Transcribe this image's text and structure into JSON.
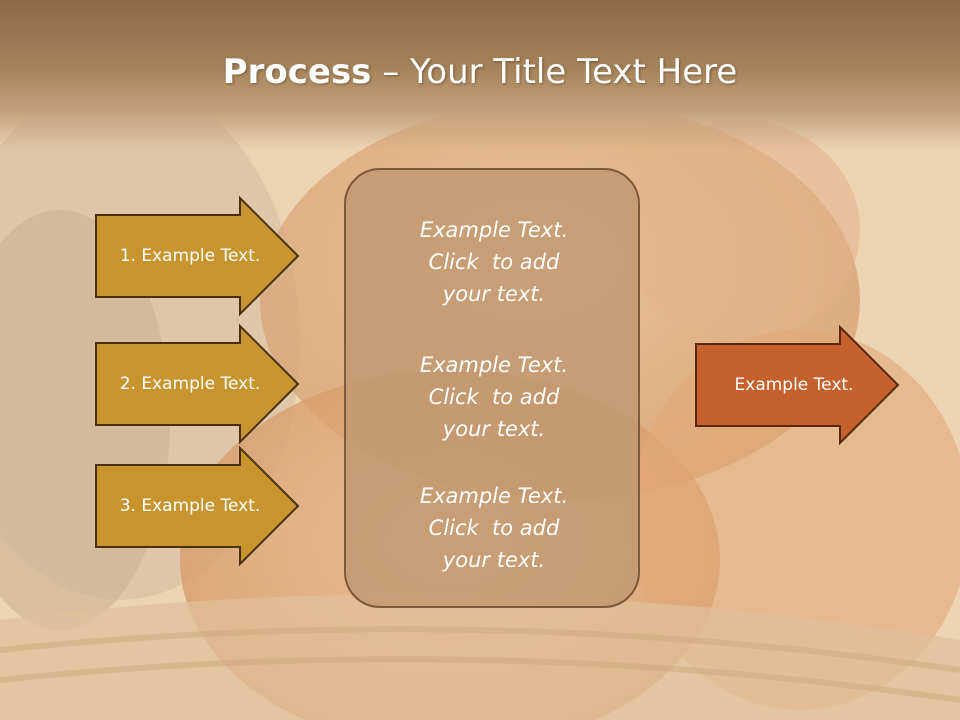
{
  "slide": {
    "title_bold": "Process",
    "title_rest": " – Your Title Text Here"
  },
  "left_steps": [
    {
      "label": "1. Example Text."
    },
    {
      "label": "2. Example Text."
    },
    {
      "label": "3. Example Text."
    }
  ],
  "center_texts": [
    "Example Text.\nClick  to add\nyour text.",
    "Example Text.\nClick  to add\nyour text.",
    "Example Text.\nClick  to add\nyour text."
  ],
  "right_output": {
    "label": "Example Text."
  },
  "colors": {
    "step_fill": "#c8942e",
    "step_stroke": "#4a3010",
    "output_fill": "#c4612c",
    "output_stroke": "#5a2810",
    "center_fill": "#c09870"
  }
}
